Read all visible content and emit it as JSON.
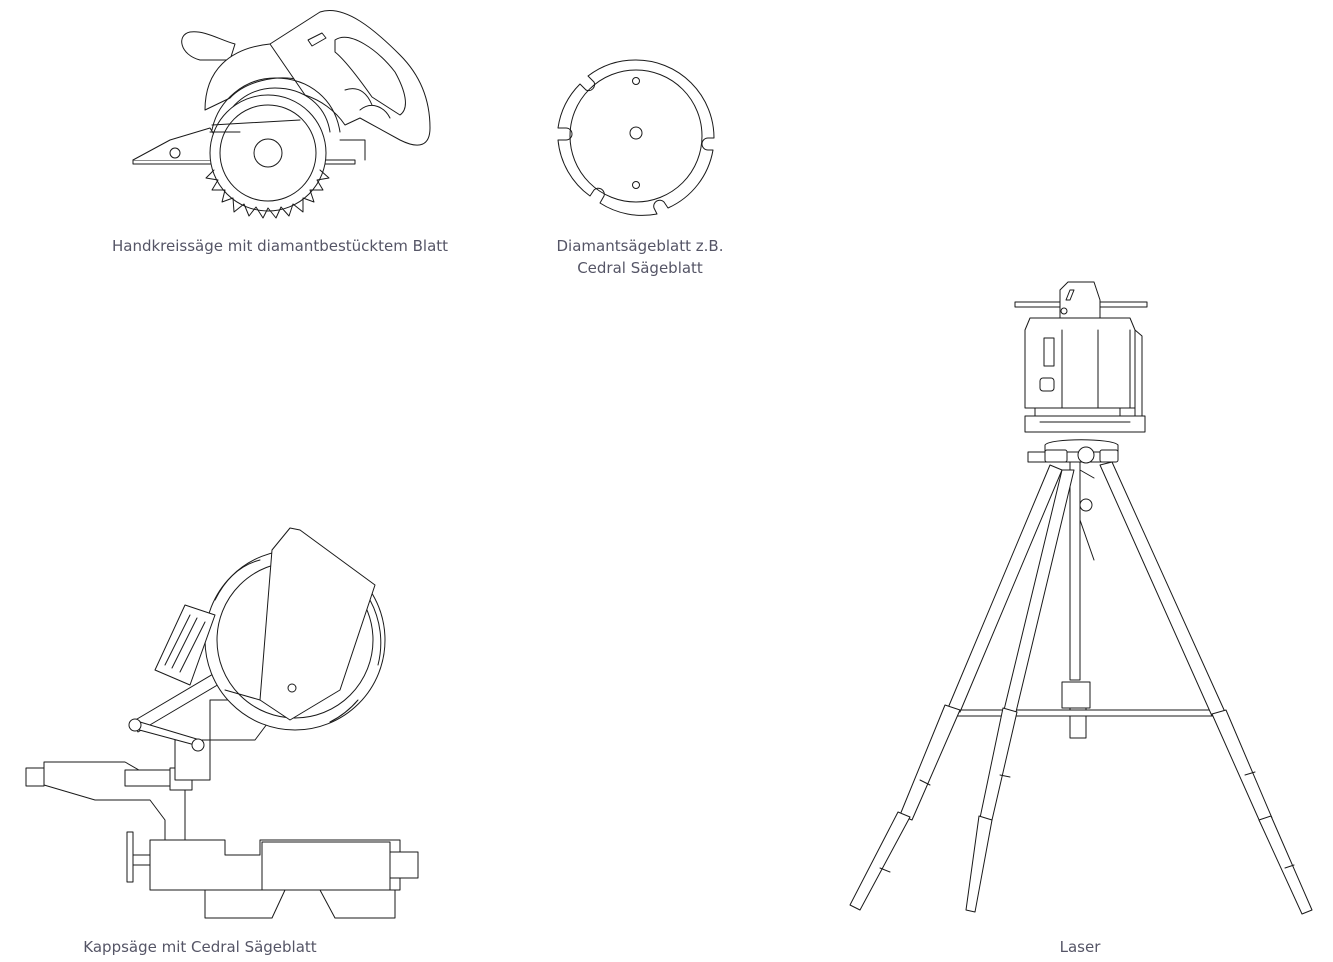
{
  "items": [
    {
      "id": "handkreissaege",
      "caption": "Handkreissäge mit diamantbestücktem Blatt"
    },
    {
      "id": "saegeblatt",
      "caption_lines": [
        "Diamantsägeblatt z.B.",
        "Cedral Sägeblatt"
      ]
    },
    {
      "id": "kappsaege",
      "caption": "Kappsäge mit Cedral Sägeblatt"
    },
    {
      "id": "laser",
      "caption": "Laser"
    }
  ],
  "colors": {
    "line": "#1a1a1a",
    "caption": "#555566"
  }
}
